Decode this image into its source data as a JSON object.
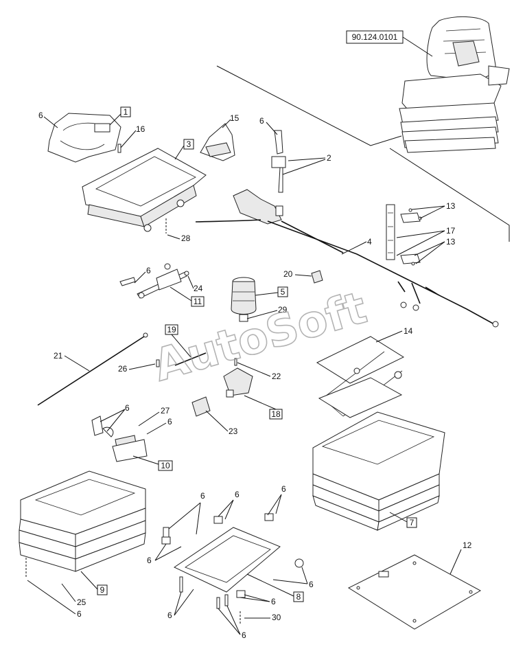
{
  "diagram": {
    "part_number": "90.124.0101",
    "watermark": "AutoSoft",
    "callouts": {
      "c1": "1",
      "c2": "2",
      "c3": "3",
      "c4": "4",
      "c5": "5",
      "c6": "6",
      "c7": "7",
      "c8": "8",
      "c9": "9",
      "c10": "10",
      "c11": "11",
      "c12": "12",
      "c13": "13",
      "c14": "14",
      "c15": "15",
      "c16": "16",
      "c17": "17",
      "c18": "18",
      "c19": "19",
      "c20": "20",
      "c21": "21",
      "c22": "22",
      "c23": "23",
      "c24": "24",
      "c25": "25",
      "c26": "26",
      "c27": "27",
      "c28": "28",
      "c29": "29",
      "c30": "30"
    }
  }
}
